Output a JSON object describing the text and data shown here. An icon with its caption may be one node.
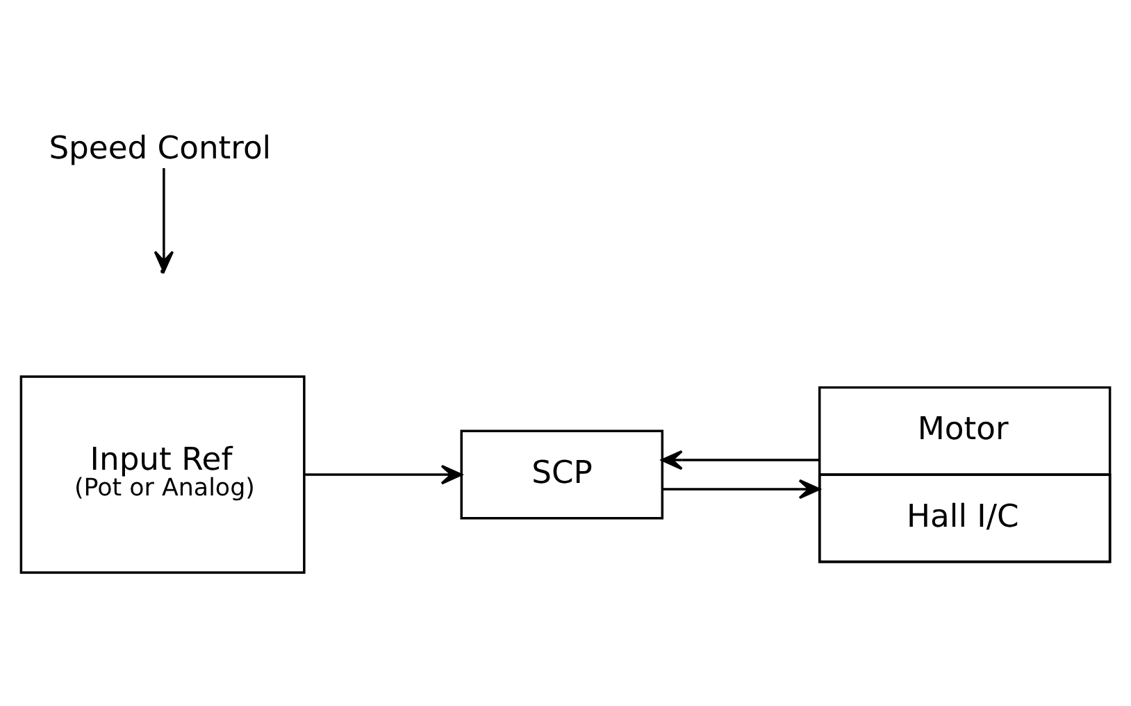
{
  "diagram": {
    "nodes": [
      {
        "text": [
          "Input Ref",
          "(Pot or Analog)"
        ]
      },
      {
        "text": [
          "SCP"
        ]
      },
      {
        "text": [
          "Motor",
          "Hall I/C"
        ]
      },
      {
        "text": [
          "Speed Control"
        ]
      }
    ],
    "edges": [
      {
        "from": 0,
        "to": 1,
        "arrow": "to"
      },
      {
        "from": 1,
        "to": 2,
        "arrow": "to"
      },
      {
        "from": 2,
        "to": 1,
        "arrow": "to"
      },
      {
        "from": 3,
        "to": null,
        "arrow": "to"
      }
    ]
  }
}
